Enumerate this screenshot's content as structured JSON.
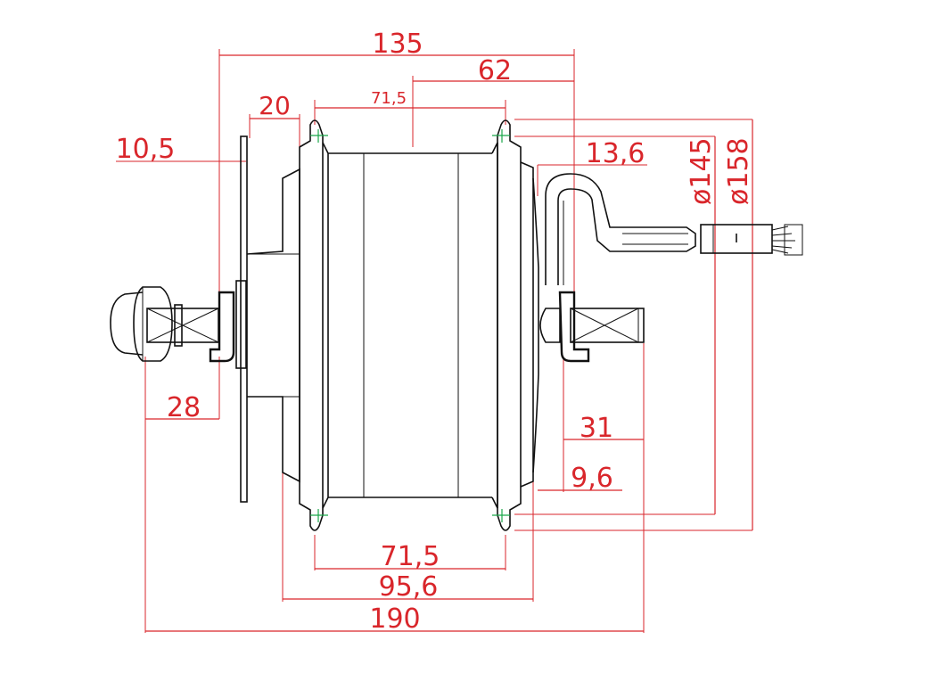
{
  "drawing": {
    "colors": {
      "dimension": "#d9262b",
      "outline": "#111111",
      "center_mark": "#1aa64a",
      "background": "#ffffff"
    },
    "dimensions": {
      "overall_flange_span": "135",
      "right_offset": "62",
      "hub_top_width": "71,5",
      "disc_offset": "20",
      "left_disc_offset": "10,5",
      "right_cable_offset": "13,6",
      "diameter_145": "ø145",
      "diameter_158": "ø158",
      "left_axle": "28",
      "right_axle": "31",
      "right_nut": "9,6",
      "hub_bottom_width": "71,5",
      "shell_width": "95,6",
      "total_width": "190"
    }
  }
}
